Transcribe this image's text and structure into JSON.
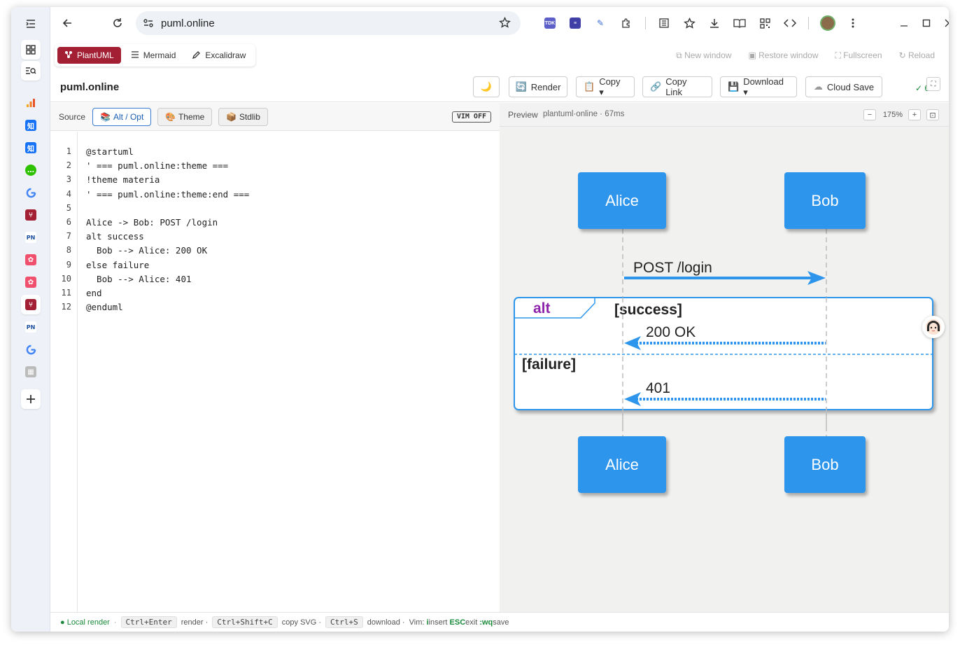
{
  "browser": {
    "url": "puml.online"
  },
  "app_tabs": [
    {
      "label": "PlantUML",
      "active": true
    },
    {
      "label": "Mermaid",
      "active": false
    },
    {
      "label": "Excalidraw",
      "active": false
    }
  ],
  "window_controls": {
    "new_window": "New window",
    "restore_window": "Restore window",
    "fullscreen": "Fullscreen",
    "reload": "Reload"
  },
  "header": {
    "brand": "puml.online",
    "theme_toggle": "🌙",
    "render": "Render",
    "copy": "Copy ▾",
    "copy_link": "Copy Link",
    "download": "Download ▾",
    "cloud_save": "Cloud Save",
    "status": "✓ 6"
  },
  "source_bar": {
    "label": "Source",
    "alt_opt": "Alt / Opt",
    "theme": "Theme",
    "stdlib": "Stdlib",
    "vim": "VIM OFF"
  },
  "editor": {
    "lines": [
      "@startuml",
      "' === puml.online:theme ===",
      "!theme materia",
      "' === puml.online:theme:end ===",
      "",
      "Alice -> Bob: POST /login",
      "alt success",
      "  Bob --> Alice: 200 OK",
      "else failure",
      "  Bob --> Alice: 401",
      "end",
      "@enduml"
    ]
  },
  "preview_bar": {
    "label": "Preview",
    "meta": "plantuml·online · 67ms",
    "zoom_out": "−",
    "zoom": "175%",
    "zoom_in": "+",
    "fit": "⊡"
  },
  "diagram": {
    "participant_a": "Alice",
    "participant_b": "Bob",
    "message_1": "POST /login",
    "alt_keyword": "alt",
    "alt_guard": "[success]",
    "message_2": "200 OK",
    "else_guard": "[failure]",
    "message_3": "401",
    "colors": {
      "participant": "#2d95ec",
      "arrow": "#2d95ec",
      "alt_keyword": "#8e24aa",
      "background": "#f1f1f0"
    }
  },
  "footer": {
    "local_render": "● Local render",
    "k1": "Ctrl+Enter",
    "t1": "render ·",
    "k2": "Ctrl+Shift+C",
    "t2": "copy SVG ·",
    "k3": "Ctrl+S",
    "t3": "download ·",
    "vim_prefix": "Vim:",
    "vim_i": "i",
    "vim_insert": "insert",
    "vim_esc": "ESC",
    "vim_exit": "exit",
    "vim_wq": ":wq",
    "vim_save": "save"
  }
}
